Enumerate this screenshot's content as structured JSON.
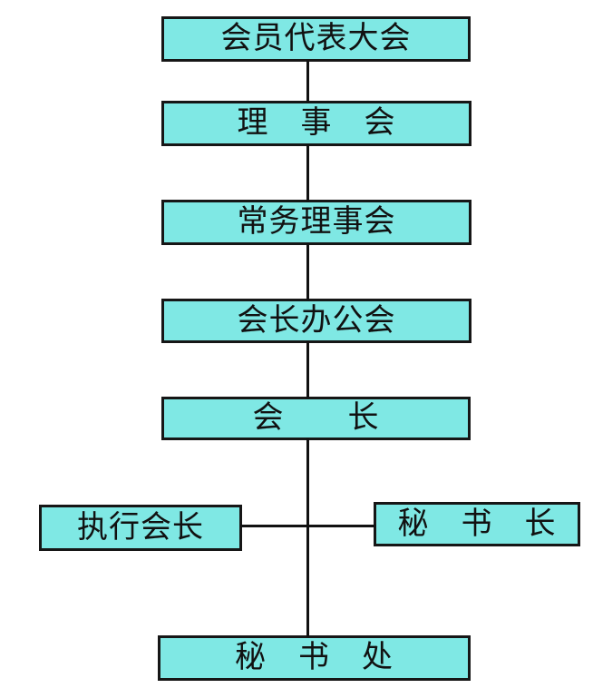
{
  "diagram": {
    "type": "org-chart",
    "colors": {
      "bg": "#ffffff",
      "box_fill": "#7fe8e4",
      "box_border": "#161616",
      "line_color": "#111111",
      "text_color": "#111111"
    },
    "nodes": [
      {
        "id": "members-congress",
        "label": "会员代表大会"
      },
      {
        "id": "council",
        "label": "理　事　会"
      },
      {
        "id": "standing-council",
        "label": "常务理事会"
      },
      {
        "id": "presidents-office",
        "label": "会长办公会"
      },
      {
        "id": "president",
        "label": "会　　长"
      },
      {
        "id": "executive-president",
        "label": "执行会长"
      },
      {
        "id": "secretary-general",
        "label": "秘　书　长"
      },
      {
        "id": "secretariat",
        "label": "秘　书　处"
      }
    ],
    "edges": [
      "members-congress -> council",
      "council -> standing-council",
      "standing-council -> presidents-office",
      "presidents-office -> president",
      "president -> secretariat",
      "executive-president - secretary-general (cross link)"
    ]
  }
}
